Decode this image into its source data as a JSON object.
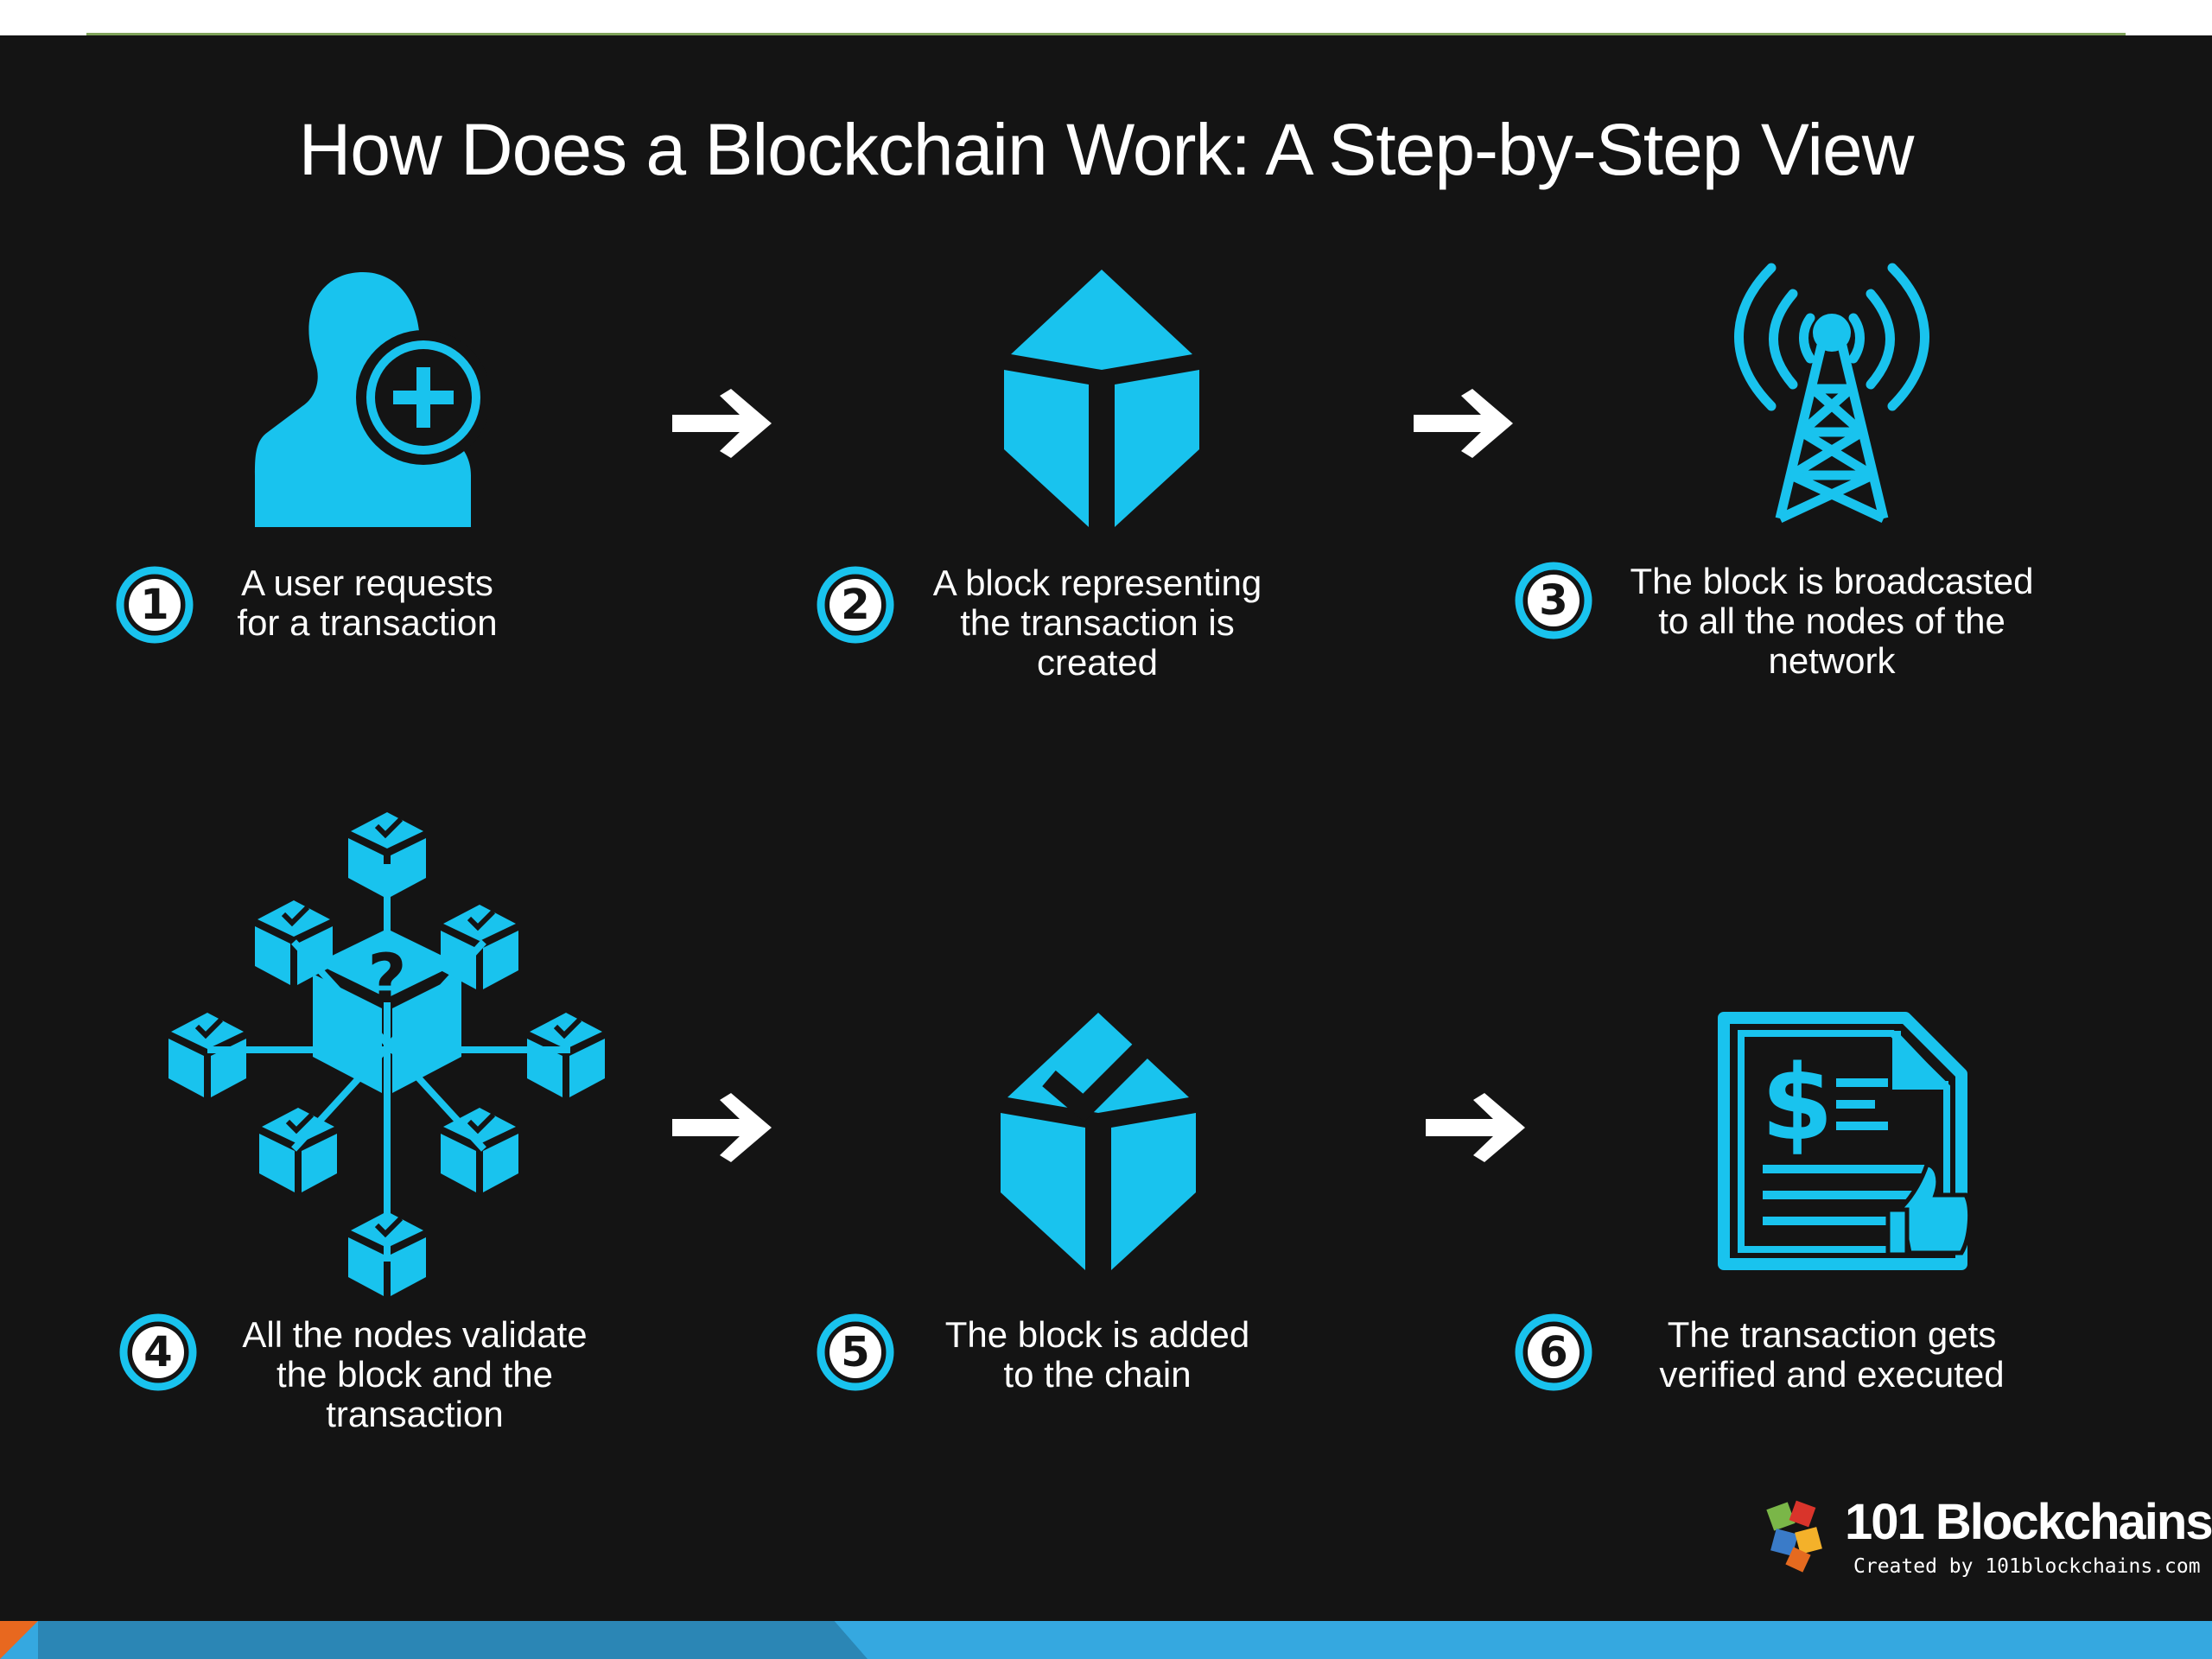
{
  "title": "How Does a Blockchain Work: A Step-by-Step View",
  "accent_color": "#19c3ee",
  "background_color": "#141414",
  "steps": [
    {
      "number": "1",
      "text_lines": [
        "A user requests",
        "for a transaction"
      ],
      "icon": "user-add-icon"
    },
    {
      "number": "2",
      "text_lines": [
        "A block representing",
        "the transaction is",
        "created"
      ],
      "icon": "cube-icon"
    },
    {
      "number": "3",
      "text_lines": [
        "The block is broadcasted",
        "to all the nodes of the",
        "network"
      ],
      "icon": "broadcast-tower-icon"
    },
    {
      "number": "4",
      "text_lines": [
        "All the nodes validate",
        "the block and the",
        "transaction"
      ],
      "icon": "node-network-icon"
    },
    {
      "number": "5",
      "text_lines": [
        "The block is added",
        "to the chain"
      ],
      "icon": "cube-check-icon"
    },
    {
      "number": "6",
      "text_lines": [
        "The transaction gets",
        "verified and executed"
      ],
      "icon": "invoice-approved-icon"
    }
  ],
  "logo": {
    "name": "101 Blockchains",
    "subtitle": "Created by 101blockchains.com"
  }
}
